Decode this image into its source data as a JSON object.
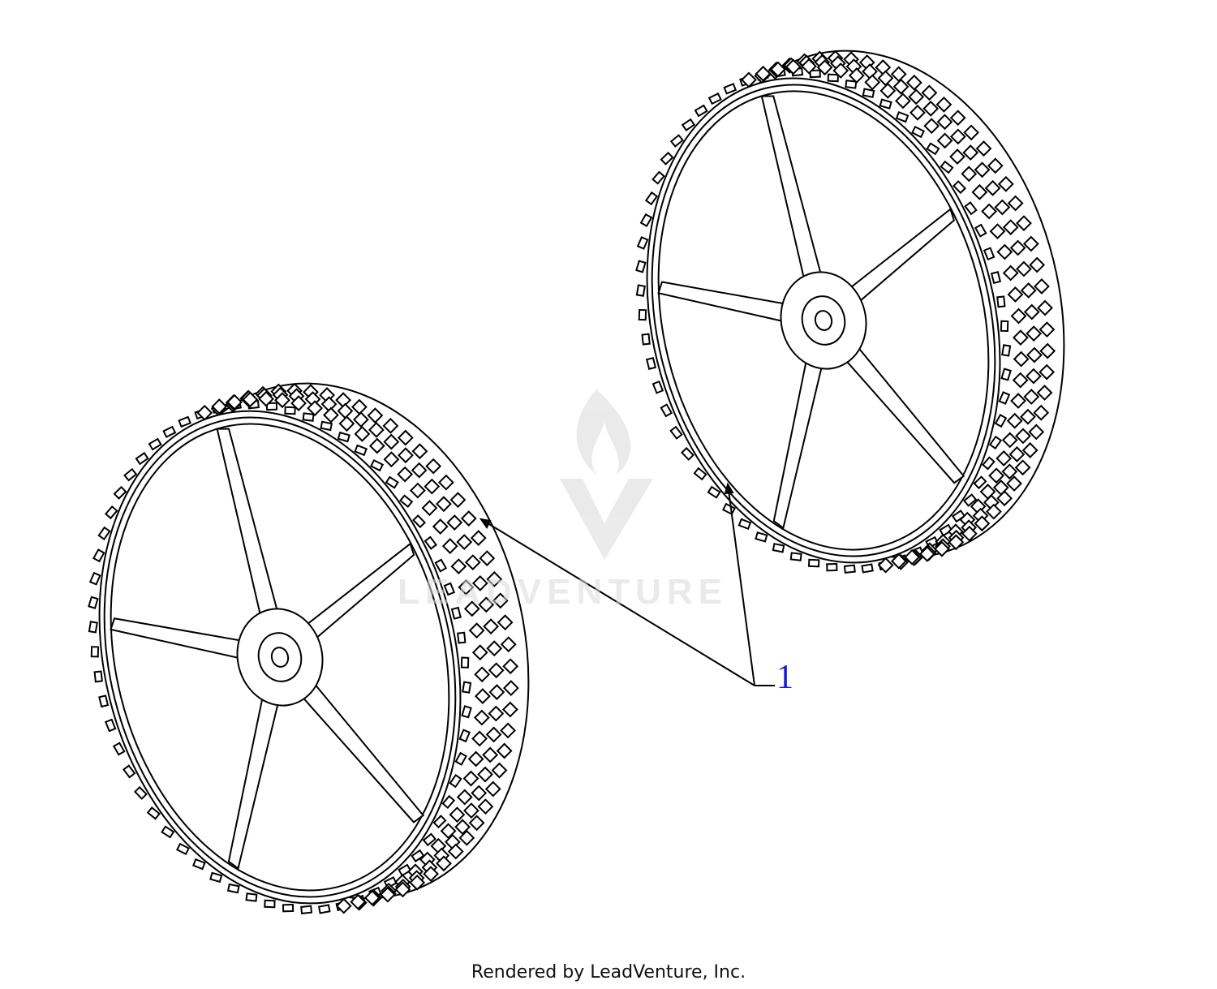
{
  "diagram": {
    "callout": {
      "number": "1"
    },
    "watermark": {
      "text": "LEADVENTURE"
    },
    "footer": {
      "credit": "Rendered by LeadVenture, Inc."
    }
  },
  "parts": [
    {
      "name": "wheel-left",
      "callout": "1"
    },
    {
      "name": "wheel-right",
      "callout": "1"
    }
  ],
  "colors": {
    "line": "#000000",
    "callout": "#1a1ad6",
    "watermark": "#d9d9d9",
    "background": "#ffffff"
  }
}
